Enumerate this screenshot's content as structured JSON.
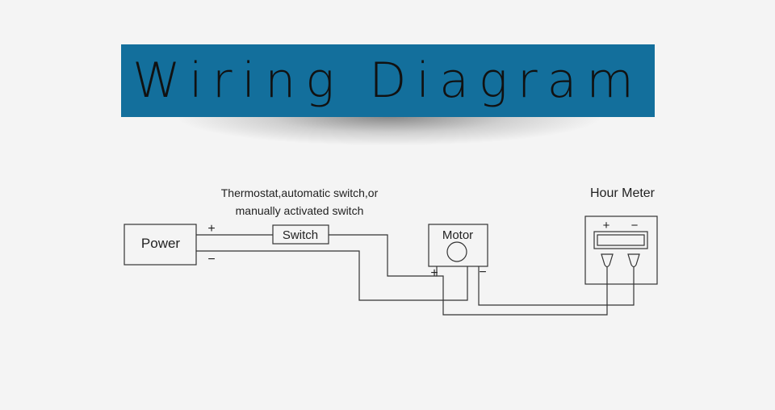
{
  "title": "Wiring Diagram",
  "labels": {
    "power": "Power",
    "switch": "Switch",
    "motor": "Motor",
    "hour_meter": "Hour Meter",
    "switch_note_line1": "Thermostat,automatic switch,or",
    "switch_note_line2": "manually activated switch"
  },
  "terminals": {
    "plus": "+",
    "minus": "−"
  },
  "colors": {
    "banner": "#136f9c",
    "line": "#333333"
  }
}
